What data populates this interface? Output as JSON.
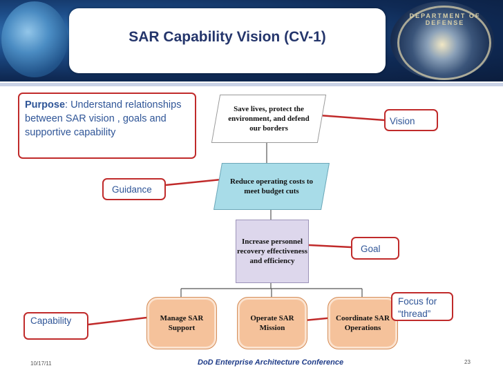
{
  "header": {
    "title": "SAR Capability Vision (CV-1)",
    "seal_text": "DEPARTMENT OF DEFENSE"
  },
  "callouts": {
    "purpose_label": "Purpose",
    "purpose_text": ": Understand relationships between SAR vision , goals and supportive capability",
    "guidance": "Guidance",
    "vision": "Vision",
    "goal": "Goal",
    "focus": "Focus for “thread”",
    "capability": "Capability"
  },
  "diagram": {
    "vision": "Save lives, protect the environment, and defend our borders",
    "guidance": "Reduce operating costs to meet budget cuts",
    "goal": "Increase personnel recovery effectiveness and efficiency",
    "capabilities": [
      "Manage SAR Support",
      "Operate SAR Mission",
      "Coordinate SAR Operations"
    ]
  },
  "footer": {
    "date": "10/17/11",
    "conference": "DoD Enterprise Architecture Conference",
    "page": "23"
  },
  "colors": {
    "callout_border": "#c02a2a",
    "callout_text": "#2f5597",
    "guidance_fill": "#a8dce8",
    "goal_fill": "#ddd7ec",
    "capability_fill": "#f5c29b"
  }
}
